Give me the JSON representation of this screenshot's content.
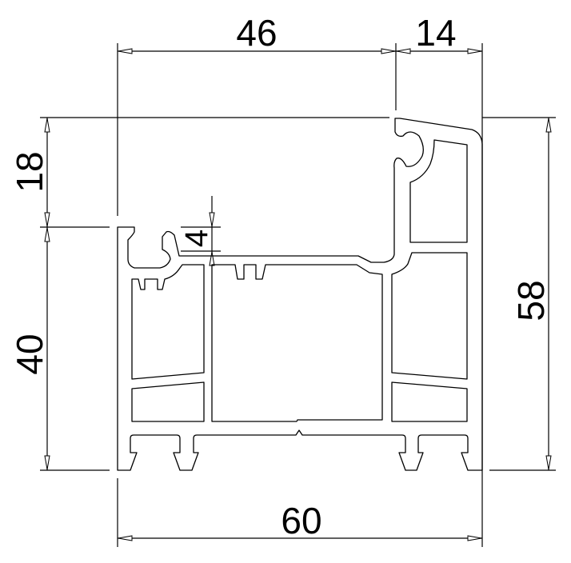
{
  "drawing": {
    "type": "window profile cross-section",
    "line_color": "#000000",
    "background": "#ffffff",
    "dimensions": {
      "top_left_width": "46",
      "top_right_width": "14",
      "bottom_total_width": "60",
      "left_upper_height": "18",
      "left_lower_height": "40",
      "right_total_height": "58",
      "step_height": "4"
    }
  }
}
